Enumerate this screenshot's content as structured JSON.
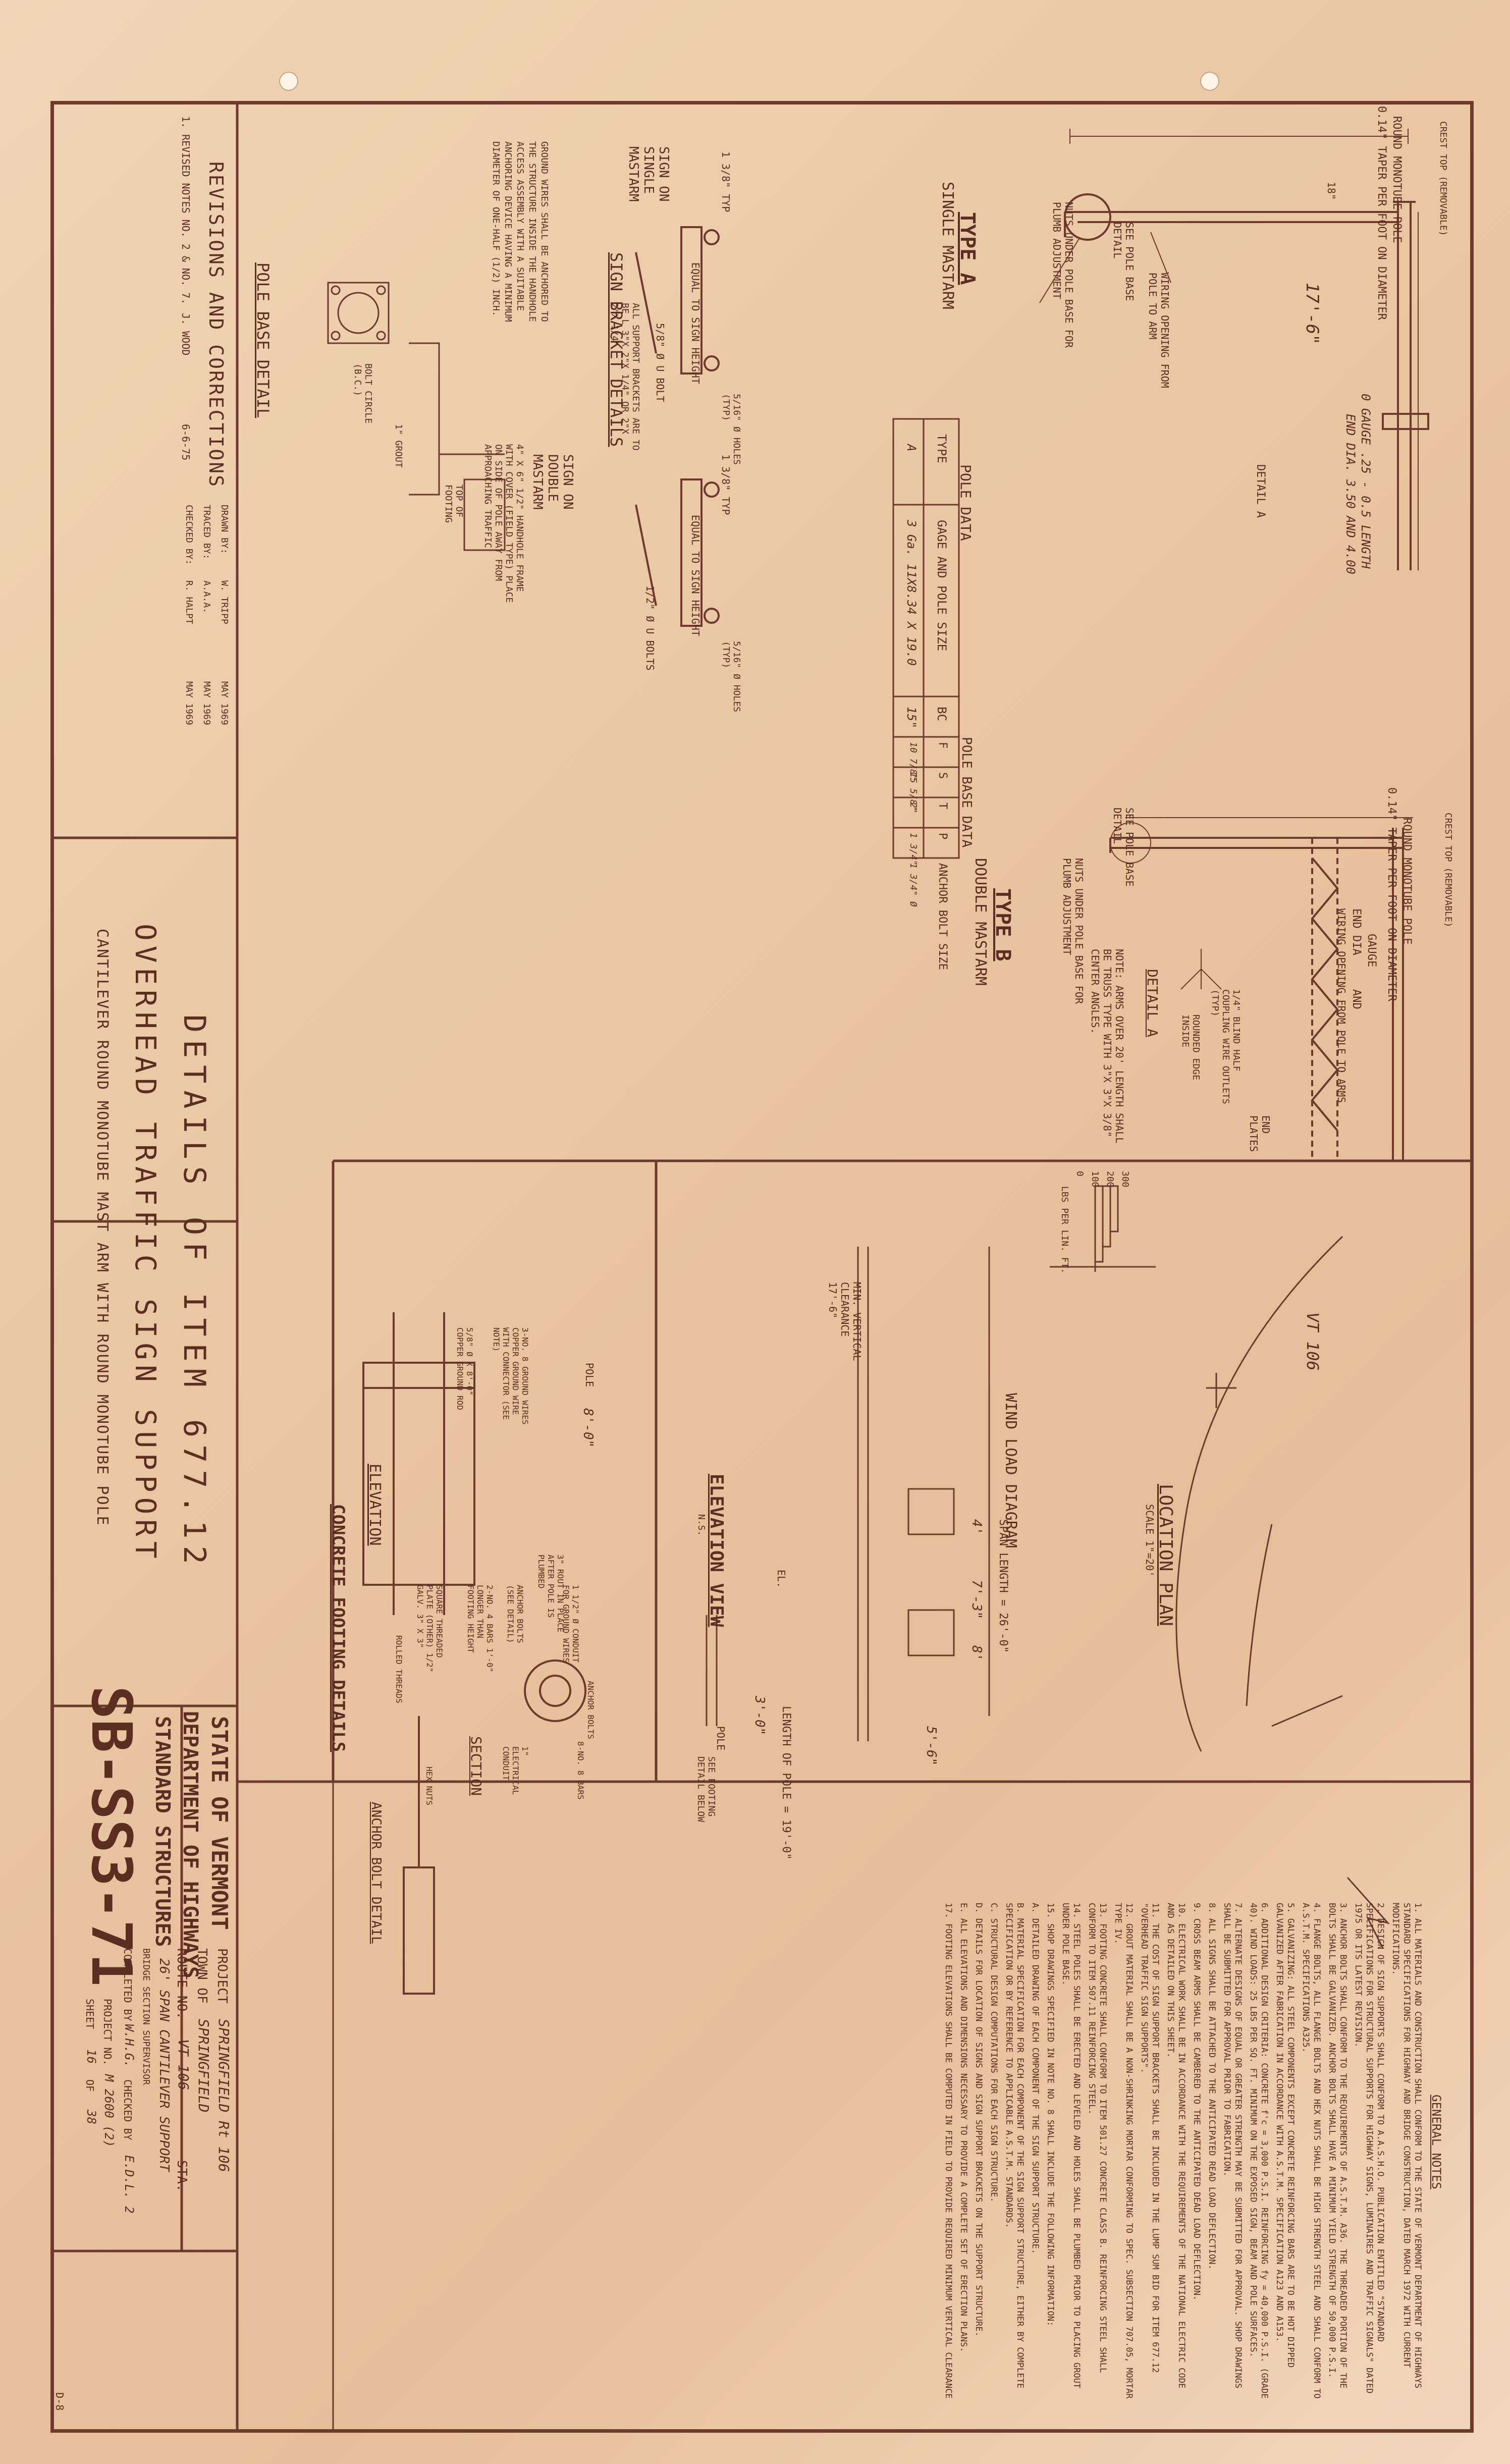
{
  "title_block": {
    "heading_line1": "DETAILS OF ITEM 677.12",
    "heading_line2": "OVERHEAD TRAFFIC SIGN SUPPORT",
    "heading_line3": "CANTILEVER ROUND MONOTUBE MAST ARM WITH ROUND MONOTUBE POLE",
    "agency_line1": "STATE OF VERMONT",
    "agency_line2": "DEPARTMENT OF HIGHWAYS",
    "agency_line3": "STANDARD STRUCTURES",
    "sheet_code": "SB-SS3-71"
  },
  "project_info": {
    "project_label": "PROJECT",
    "project_value": "SPRINGFIELD Rt 106",
    "town_label": "TOWN OF",
    "town_value": "SPRINGFIELD",
    "route_label": "ROUTE NO.",
    "route_value": "VT 106",
    "sta_label": "STA.",
    "span_value": "26' SPAN CANTILEVER SUPPORT",
    "bridge_label": "BRIDGE SECTION SUPERVISOR",
    "completed_label": "COMPLETED BY",
    "completed_value": "W.H.G.",
    "checked_label": "CHECKED BY",
    "checked_value": "E.D.L. 2",
    "project_no_label": "PROJECT NO.",
    "project_no_value": "M 2600 (2)",
    "sheet_label": "SHEET",
    "sheet_value": "16",
    "of_label": "OF",
    "total_sheets": "38",
    "drawing_ref": "D-8"
  },
  "revisions": {
    "heading": "REVISIONS AND CORRECTIONS",
    "entry": "1. REVISED NOTES NO. 2 & NO. 7.",
    "initials": "J. WOOD",
    "date": "6-6-75",
    "drawn_label": "DRAWN BY:",
    "drawn_by": "W. TRIPP",
    "drawn_date": "MAY 1969",
    "traced_label": "TRACED BY:",
    "traced_by": "A.A.A.",
    "traced_date": "MAY 1969",
    "checked_label": "CHECKED BY:",
    "checked_by": "R. HALPT",
    "checked_date": "MAY 1969"
  },
  "type_a": {
    "title": "TYPE A",
    "subtitle": "SINGLE MASTARM",
    "pole_label": "ROUND MONOTUBE POLE",
    "taper": "0.14\" TAPER PER FOOT ON DIAMETER",
    "crest_top": "CREST TOP (REMOVABLE)",
    "gauge": "0 GAUGE .25 - 0.5 LENGTH",
    "end_dia": "END DIA. 3.50 AND 4.00",
    "length": "17'-6\"",
    "detail_a": "DETAIL A",
    "wiring": "WIRING OPENING FROM POLE TO ARM",
    "see_pole_base": "SEE POLE BASE DETAIL",
    "nuts": "NUTS UNDER POLE BASE FOR PLUMB ADJUSTMENT",
    "dim_18": "18\""
  },
  "type_b": {
    "title": "TYPE B",
    "subtitle": "DOUBLE MASTARM",
    "pole_label": "ROUND MONOTUBE POLE",
    "taper": "0.14\" TAPER PER FOOT ON DIAMETER",
    "crest_top": "CREST TOP (REMOVABLE)",
    "gauge": "GAUGE",
    "end_dia": "END DIA",
    "and": "AND",
    "wiring": "WIRING OPENING FROM POLE TO ARMS",
    "see_pole_base": "SEE POLE BASE DETAIL",
    "nuts": "NUTS UNDER POLE BASE FOR PLUMB ADJUSTMENT",
    "end_plates": "END PLATES",
    "detail_a": "DETAIL A",
    "blind_half": "1/4\" BLIND HALF COUPLING WIRE OUTLETS (TYP)",
    "rounded_edge": "ROUNDED EDGE INSIDE",
    "note": "NOTE: ARMS OVER 20' LENGTH SHALL BE TRUSS TYPE WITH 3\"X 3\"X 3/8\" CENTER ANGLES."
  },
  "pole_data": {
    "title": "POLE DATA",
    "headers": [
      "TYPE",
      "GAGE AND POLE SIZE",
      "BC"
    ],
    "row": [
      "A",
      "3 Ga. 11X8.34 X 19.0",
      "15\""
    ],
    "base_title": "POLE BASE DATA",
    "base_headers": [
      "F",
      "S",
      "T",
      "P",
      "ANCHOR BOLT SIZE"
    ],
    "base_row": [
      "10 7/8\"",
      "15 5/8\"",
      "2\"",
      "1 3/4\"",
      "1 3/4\" Ø"
    ]
  },
  "sign_bracket": {
    "title": "SIGN BRACKET DETAILS",
    "single": "SIGN ON SINGLE MASTARM",
    "double": "SIGN ON DOUBLE MASTARM",
    "typ": "1 3/8\" TYP",
    "equal": "EQUAL TO SIGN HEIGHT",
    "holes": "5/16\" Ø HOLES (TYP)",
    "ubolt": "5/8\" Ø U BOLT",
    "ubolts": "1/2\" Ø U BOLTS",
    "support": "ALL SUPPORT BRACKETS ARE TO BE L 3\"X 2\"X 1/4\" OR 2\"X 2\"X 1/4\""
  },
  "pole_base": {
    "title": "POLE BASE DETAIL",
    "ground_note": "GROUND WIRES SHALL BE ANCHORED TO THE STRUCTURE INSIDE THE HANDHOLE ACCESS ASSEMBLY WITH A SUITABLE ANCHORING DEVICE HAVING A MINIMUM DIAMETER OF ONE-HALF (1/2) INCH.",
    "handhole": "4\" X 6\" 1/2\" HANDHOLE FRAME WITH COVER (FIELD TYPE) PLACE ON SIDE OF POLE AWAY FROM APPROACHING TRAFFIC",
    "top_footing": "TOP OF FOOTING",
    "grout": "1\" GROUT",
    "bolt_circle": "BOLT CIRCLE (B.C.)"
  },
  "location_plan": {
    "title": "LOCATION PLAN",
    "scale": "SCALE 1\"=20'",
    "route": "VT 106"
  },
  "wind": {
    "title": "WIND LOAD DIAGRAM",
    "ticks": [
      "300",
      "200",
      "100",
      "0"
    ],
    "axis": "LBS PER LIN. FT."
  },
  "elevation_view": {
    "title": "ELEVATION VIEW",
    "ns": "N.S.",
    "span": "SPAN LENGTH = 26'-0\"",
    "length_pole": "LENGTH OF POLE = 19'-0\"",
    "min_clear": "MIN. VERTICAL CLEARANCE 17'-6\"",
    "dim_a": "4'",
    "dim_b": "7'-3\"",
    "dim_c": "8'",
    "dim_d": "3'-0\"",
    "dim_e": "5'-6\"",
    "el": "EL.",
    "pole": "POLE",
    "see_footing": "SEE FOOTING DETAIL BELOW"
  },
  "footing": {
    "title": "CONCRETE FOOTING DETAILS",
    "elevation": "ELEVATION",
    "section": "SECTION",
    "anchor_detail": "ANCHOR BOLT DETAIL",
    "pole_label": "POLE",
    "dim_top": "8'-0\"",
    "notes": [
      "3\" ROUT IN PLACE AFTER POLE IS PLUMBED",
      "3-NO. 8 GROUND WIRES COPPER GROUND WIRE WITH CONNECTOR (SEE NOTE)",
      "5/8\" Ø X 8'-0\" COPPER GROUND ROD",
      "ANCHOR BOLTS (SEE DETAIL)",
      "2-NO. 4 BARS 1'-0\" LONGER THAN FOOTING HEIGHT",
      "1 1/2\" Ø CONDUIT FOR GROUND WIRES",
      "SQUARE THREADED PLATE (OTHER) 1/2\" GALV. 3\" X 3\"",
      "ROLLED THREADS",
      "HEX NUTS",
      "1\" ELECTRICAL CONDUIT",
      "ANCHOR BOLTS",
      "8-NO. 8 BARS"
    ]
  },
  "general_notes": {
    "title": "GENERAL NOTES",
    "items": [
      "1. ALL MATERIALS AND CONSTRUCTION SHALL CONFORM TO THE STATE OF VERMONT DEPARTMENT OF HIGHWAYS STANDARD SPECIFICATIONS FOR HIGHWAY AND BRIDGE CONSTRUCTION, DATED MARCH 1972 WITH CURRENT MODIFICATIONS.",
      "2. DESIGN OF SIGN SUPPORTS SHALL CONFORM TO A.A.S.H.O. PUBLICATION ENTITLED \"STANDARD SPECIFICATIONS FOR STRUCTURAL SUPPORTS FOR HIGHWAY SIGNS, LUMINAIRES AND TRAFFIC SIGNALS\" DATED 1975 OR ITS LATEST REVISION.",
      "3. ANCHOR BOLTS SHALL CONFORM TO THE REQUIREMENTS OF A.S.T.M. A36. THE THREADED PORTION OF THE BOLTS SHALL BE GALVANIZED. ANCHOR BOLTS SHALL HAVE A MINIMUM YIELD STRENGTH OF 50,000 P.S.I.",
      "4. FLANGE BOLTS, ALL FLANGE BOLTS AND HEX NUTS SHALL BE HIGH STRENGTH STEEL AND SHALL CONFORM TO A.S.T.M. SPECIFICATIONS A325.",
      "5. GALVANIZING: ALL STEEL COMPONENTS EXCEPT CONCRETE REINFORCING BARS ARE TO BE HOT DIPPED GALVANIZED AFTER FABRICATION IN ACCORDANCE WITH A.S.T.M. SPECIFICATION A123 AND A153.",
      "6. ADDITIONAL DESIGN CRITERIA: CONCRETE f'c = 3,000 P.S.I. REINFORCING fy = 40,000 P.S.I. (GRADE 40). WIND LOADS: 25 LBS PER SQ. FT. MINIMUM ON THE EXPOSED SIGN, BEAM AND POLE SURFACES.",
      "7. ALTERNATE DESIGNS OF EQUAL OR GREATER STRENGTH MAY BE SUBMITTED FOR APPROVAL. SHOP DRAWINGS SHALL BE SUBMITTED FOR APPROVAL PRIOR TO FABRICATION.",
      "8. ALL SIGNS SHALL BE ATTACHED TO THE ANTICIPATED READ LOAD DEFLECTION.",
      "9. CROSS BEAM ARMS SHALL BE CAMBERED TO THE ANTICIPATED DEAD LOAD DEFLECTION.",
      "10. ELECTRICAL WORK SHALL BE IN ACCORDANCE WITH THE REQUIREMENTS OF THE NATIONAL ELECTRIC CODE AND AS DETAILED ON THIS SHEET.",
      "11. THE COST OF SIGN SUPPORT BRACKETS SHALL BE INCLUDED IN THE LUMP SUM BID FOR ITEM 677.12 \"OVERHEAD TRAFFIC SIGN SUPPORTS\".",
      "12. GROUT MATERIAL SHALL BE A NON-SHRINKING MORTAR CONFORMING TO SPEC. SUBSECTION 707.05, MORTAR TYPE IV.",
      "13. FOOTING CONCRETE SHALL CONFORM TO ITEM 501.27 CONCRETE CLASS B. REINFORCING STEEL SHALL CONFORM TO ITEM 507.11 REINFORCING STEEL.",
      "14. STEEL POLES SHALL BE ERECTED AND LEVELED AND HOLES SHALL BE PLUMBED PRIOR TO PLACING GROUT UNDER POLE BASE.",
      "15. SHOP DRAWINGS SPECIFIED IN NOTE NO. 8 SHALL INCLUDE THE FOLLOWING INFORMATION:",
      "A. DETAILED DRAWING OF EACH COMPONENT OF THE SIGN SUPPORT STRUCTURE.",
      "B. MATERIAL SPECIFICATION FOR EACH COMPONENT OF THE SIGN SUPPORT STRUCTURE, EITHER BY COMPLETE SPECIFICATION OR BY REFERENCE TO APPLICABLE A.S.T.M. STANDARDS.",
      "C. STRUCTURAL DESIGN COMPUTATIONS FOR EACH SIGN STRUCTURE.",
      "D. DETAILS FOR LOCATION OF SIGNS AND SIGN SUPPORT BRACKETS ON THE SUPPORT STRUCTURE.",
      "E. ALL ELEVATIONS AND DIMENSIONS NECESSARY TO PROVIDE A COMPLETE SET OF ERECTION PLANS.",
      "17. FOOTING ELEVATIONS SHALL BE COMPUTED IN FIELD TO PROVIDE REQUIRED MINIMUM VERTICAL CLEARANCE"
    ]
  }
}
